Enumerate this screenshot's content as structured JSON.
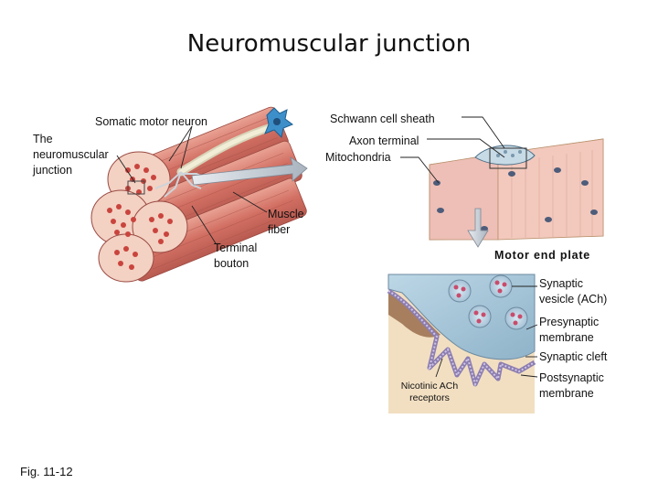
{
  "title": "Neuromuscular junction",
  "figure_label": "Fig. 11-12",
  "labels": {
    "somatic_motor_neuron": "Somatic motor neuron",
    "nmj_line1": "The",
    "nmj_line2": "neuromuscular",
    "nmj_line3": "junction",
    "schwann_cell_sheath": "Schwann cell sheath",
    "axon_terminal": "Axon terminal",
    "mitochondria": "Mitochondria",
    "muscle_fiber_line1": "Muscle",
    "muscle_fiber_line2": "fiber",
    "terminal_bouton_line1": "Terminal",
    "terminal_bouton_line2": "bouton",
    "motor_end_plate": "Motor end plate",
    "synaptic_vesicle_line1": "Synaptic",
    "synaptic_vesicle_line2": "vesicle (ACh)",
    "presynaptic_line1": "Presynaptic",
    "presynaptic_line2": "membrane",
    "synaptic_cleft": "Synaptic cleft",
    "postsynaptic_line1": "Postsynaptic",
    "postsynaptic_line2": "membrane",
    "nicotinic_line1": "Nicotinic ACh",
    "nicotinic_line2": "receptors"
  }
}
